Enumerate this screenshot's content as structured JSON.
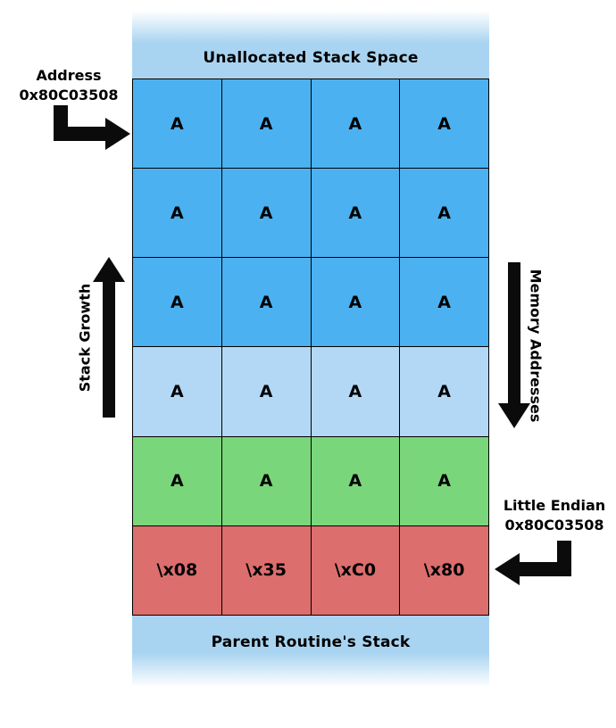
{
  "colors": {
    "blue": "#4cb1f0",
    "light_blue": "#b2d8f6",
    "green": "#7ad67a",
    "red": "#dc6e6e",
    "band": "#a9d4f1"
  },
  "bands": {
    "top_label": "Unallocated Stack Space",
    "bottom_label": "Parent Routine's Stack"
  },
  "rows": [
    {
      "color": "blue",
      "cells": [
        "A",
        "A",
        "A",
        "A"
      ]
    },
    {
      "color": "blue",
      "cells": [
        "A",
        "A",
        "A",
        "A"
      ]
    },
    {
      "color": "blue",
      "cells": [
        "A",
        "A",
        "A",
        "A"
      ]
    },
    {
      "color": "light_blue",
      "cells": [
        "A",
        "A",
        "A",
        "A"
      ]
    },
    {
      "color": "green",
      "cells": [
        "A",
        "A",
        "A",
        "A"
      ]
    },
    {
      "color": "red",
      "cells": [
        "\\x08",
        "\\x35",
        "\\xC0",
        "\\x80"
      ]
    }
  ],
  "annotations": {
    "address": {
      "line1": "Address",
      "line2": "0x80C03508"
    },
    "stack_growth": "Stack Growth",
    "memory_addresses": "Memory Addresses",
    "little_endian": {
      "line1": "Little Endian",
      "line2": "0x80C03508"
    }
  }
}
